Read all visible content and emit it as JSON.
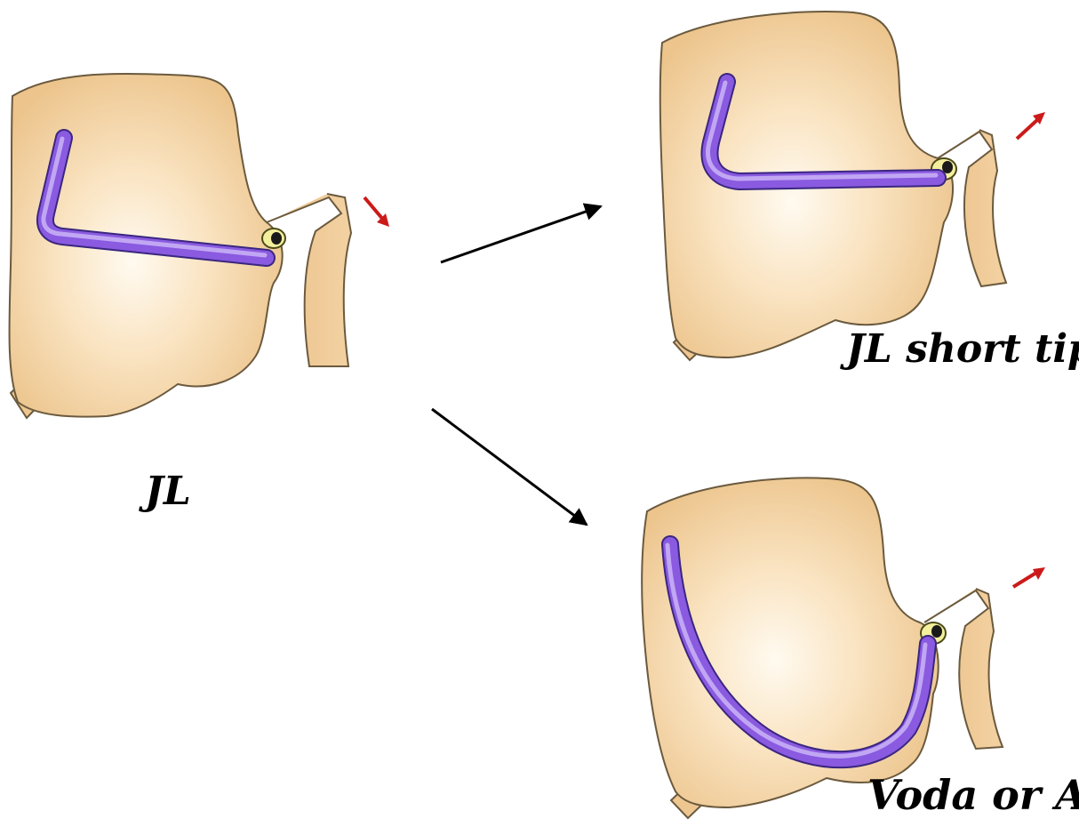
{
  "panels": {
    "source": {
      "label": "JL"
    },
    "short_tip": {
      "label": "JL short tip"
    },
    "voda": {
      "label": "Voda or AL"
    }
  },
  "colors": {
    "tissue": "#f0c890",
    "tissue_highlight": "#fff6e6",
    "tissue_outline": "#6b5a3e",
    "catheter": "#8a5ae0",
    "catheter_highlight": "#c7aff5",
    "catheter_outline": "#3a2680",
    "ostium_ring": "#f4ef9c",
    "motion_arrow": "#cc1a1a",
    "transition_arrow": "#000000"
  },
  "icons": {
    "motion_arrow": "arrow-icon",
    "transition_arrow": "arrow-icon"
  }
}
